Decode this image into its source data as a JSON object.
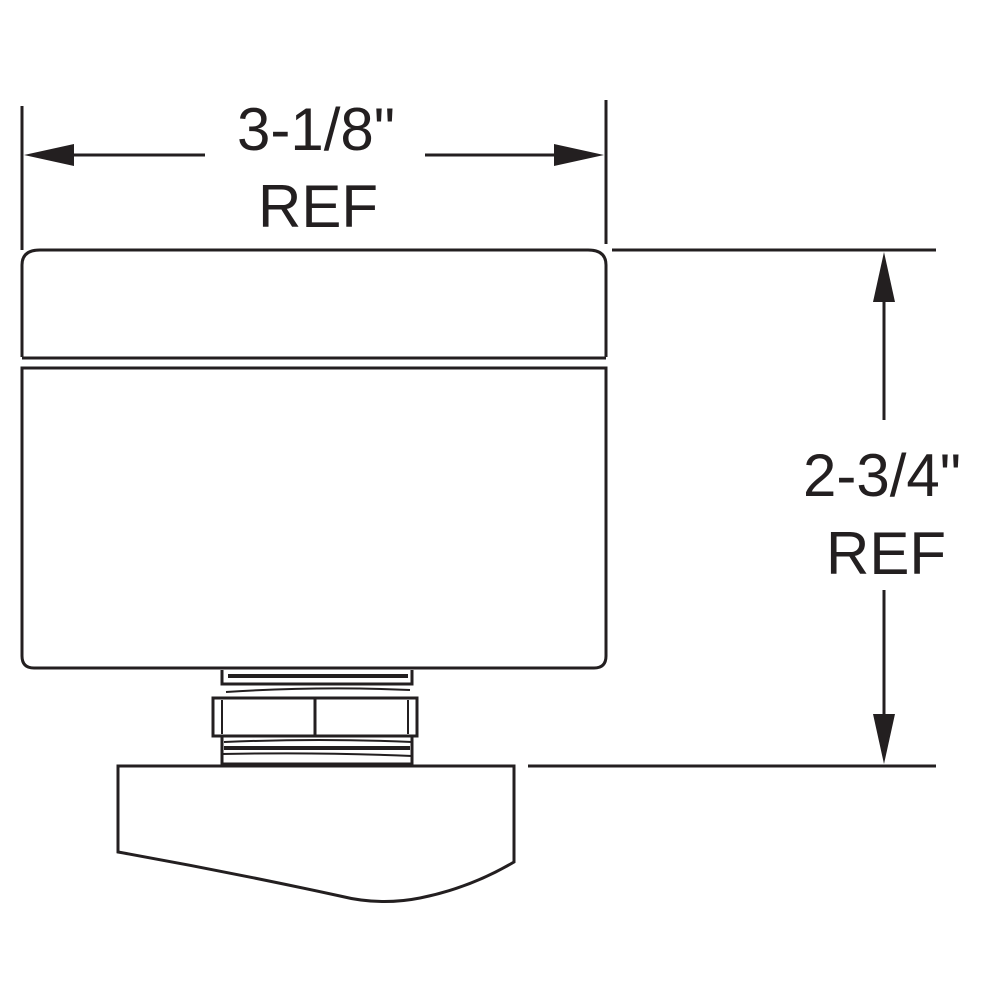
{
  "dimensions": {
    "width": {
      "value": "3-1/8\"",
      "note": "REF"
    },
    "height": {
      "value": "2-3/4\"",
      "note": "REF"
    }
  },
  "colors": {
    "line": "#231f20",
    "background": "#ffffff"
  }
}
